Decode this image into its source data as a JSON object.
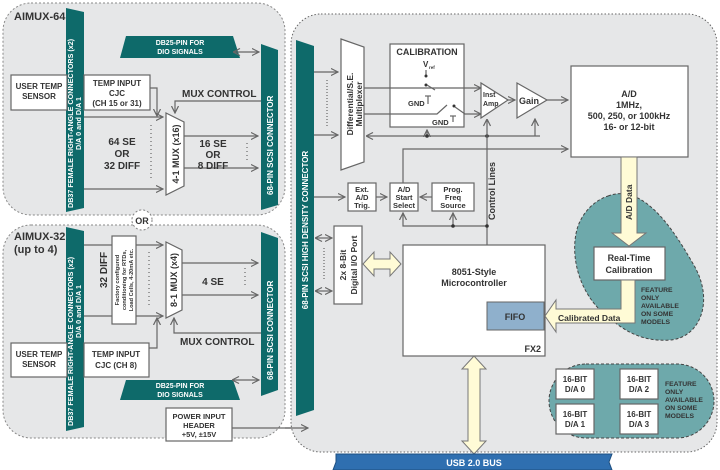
{
  "colors": {
    "teal": "#0e6a6a",
    "panel": "#e6e7e8",
    "bubble": "#6ea9ab",
    "yellow": "#fffbd6",
    "usb_blue": "#2f6fb0",
    "fifo_blue": "#8fb0cc"
  },
  "aimux64": {
    "title": "AIMUX-64",
    "db37_label": "DB37 FEMALE RIGHT-ANGLE CONNECTORS (x2)",
    "db37_sub": "D/A 0 and D/A 1",
    "user_temp": [
      "USER TEMP",
      "SENSOR"
    ],
    "temp_input": [
      "TEMP INPUT",
      "CJC",
      "(CH 15 or 31)"
    ],
    "channels": [
      "64 SE",
      "OR",
      "32 DIFF"
    ],
    "mux": "4-1 MUX (x16)",
    "outputs": [
      "16 SE",
      "OR",
      "8 DIFF"
    ],
    "mux_control": "MUX CONTROL",
    "db25": [
      "DB25-PIN FOR",
      "DIO SIGNALS"
    ],
    "scsi": "68-PIN SCSI CONNECTOR"
  },
  "or_label": "OR",
  "aimux32": {
    "title": [
      "AIMUX-32",
      "(up to 4)"
    ],
    "db37_label": "DB37 FEMALE RIGHT-ANGLE CONNECTORS (x2)",
    "db37_sub": "D/A 0 and D/A 1",
    "channels": "32 DIFF",
    "conditioning": [
      "Factory configured",
      "conditioning for RTDs,",
      "Load Cells, 4-20mA etc."
    ],
    "mux": "8-1 MUX (x4)",
    "outputs": "4 SE",
    "mux_control": "MUX CONTROL",
    "user_temp": [
      "USER TEMP",
      "SENSOR"
    ],
    "temp_input": [
      "TEMP INPUT",
      "CJC      (CH 8)"
    ],
    "db25": [
      "DB25-PIN FOR",
      "DIO SIGNALS"
    ],
    "scsi": "68-PIN SCSI CONNECTOR",
    "power": [
      "POWER INPUT",
      "HEADER",
      "+5V,   ±15V"
    ]
  },
  "power_out": "5V",
  "main": {
    "hd_connector": "68-PIN SCSI HIGH DENSITY CONNECTOR",
    "diff_mux": [
      "Differential/S.E.",
      "Multiplexer"
    ],
    "calibration": "CALIBRATION",
    "vref": "V",
    "vref_sub": "ref",
    "gnd": "GND",
    "inst_amp": [
      "Inst",
      "Amp"
    ],
    "gain": "Gain",
    "adc": [
      "A/D",
      "1MHz,",
      "500, 250, or 100kHz",
      "16- or 12-bit"
    ],
    "ext_trig": [
      "Ext.",
      "A/D",
      "Trig."
    ],
    "start_select": [
      "A/D",
      "Start",
      "Select"
    ],
    "prog_freq": [
      "Prog.",
      "Freq",
      "Source"
    ],
    "control_lines": "Control Lines",
    "digital_io": [
      "2x 8-Bit",
      "Digital I/O Port"
    ],
    "micro": [
      "8051-Style",
      "Microcontroller"
    ],
    "fifo": "FIFO",
    "fx2": "FX2",
    "ad_data": "A/D Data",
    "realtime_cal": [
      "Real-Time",
      "Calibration"
    ],
    "feature_note": [
      "FEATURE",
      "ONLY",
      "AVAILABLE",
      "ON SOME",
      "MODELS"
    ],
    "calibrated_data": "Calibrated Data",
    "dacs": [
      [
        "16-BIT",
        "D/A 0"
      ],
      [
        "16-BIT",
        "D/A 2"
      ],
      [
        "16-BIT",
        "D/A 1"
      ],
      [
        "16-BIT",
        "D/A 3"
      ]
    ],
    "usb": "USB 2.0 BUS"
  }
}
